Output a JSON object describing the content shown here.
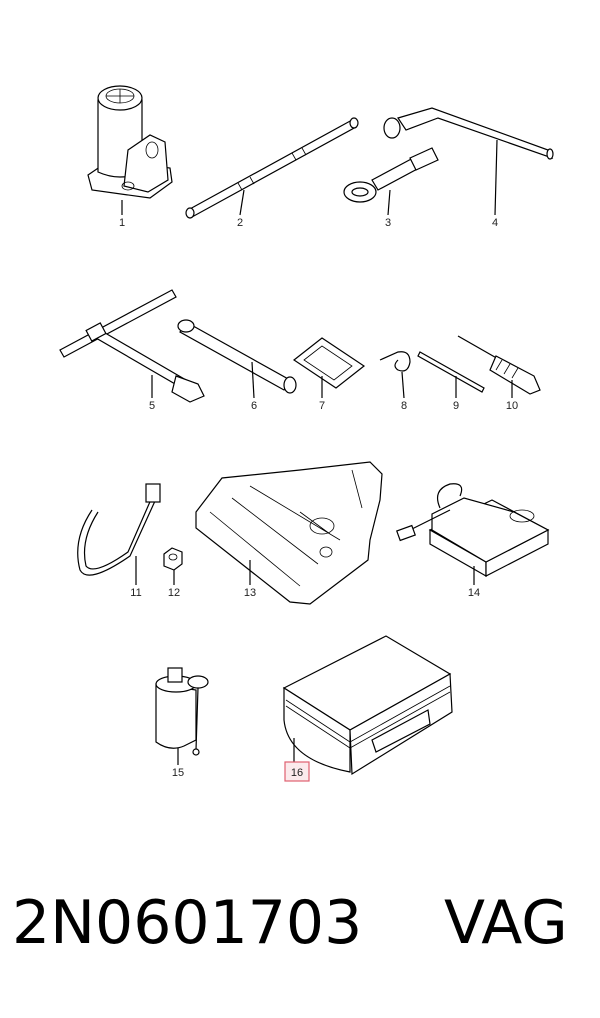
{
  "parts": [
    {
      "label": "1",
      "name": "jack"
    },
    {
      "label": "2",
      "name": "jack-handle"
    },
    {
      "label": "3",
      "name": "towing-eye"
    },
    {
      "label": "4",
      "name": "wheel-brace"
    },
    {
      "label": "5",
      "name": "t-handle-wrench"
    },
    {
      "label": "6",
      "name": "socket-extension"
    },
    {
      "label": "7",
      "name": "pad"
    },
    {
      "label": "8",
      "name": "hook"
    },
    {
      "label": "9",
      "name": "valve-tool"
    },
    {
      "label": "10",
      "name": "screwdriver"
    },
    {
      "label": "11",
      "name": "cable-tie"
    },
    {
      "label": "12",
      "name": "nut"
    },
    {
      "label": "13",
      "name": "foam-insert"
    },
    {
      "label": "14",
      "name": "compressor"
    },
    {
      "label": "15",
      "name": "sealant-bottle"
    },
    {
      "label": "16",
      "name": "storage-case"
    }
  ],
  "highlight_color": "#e06070",
  "footer": {
    "part_number": "2N0601703",
    "brand": "VAG"
  }
}
